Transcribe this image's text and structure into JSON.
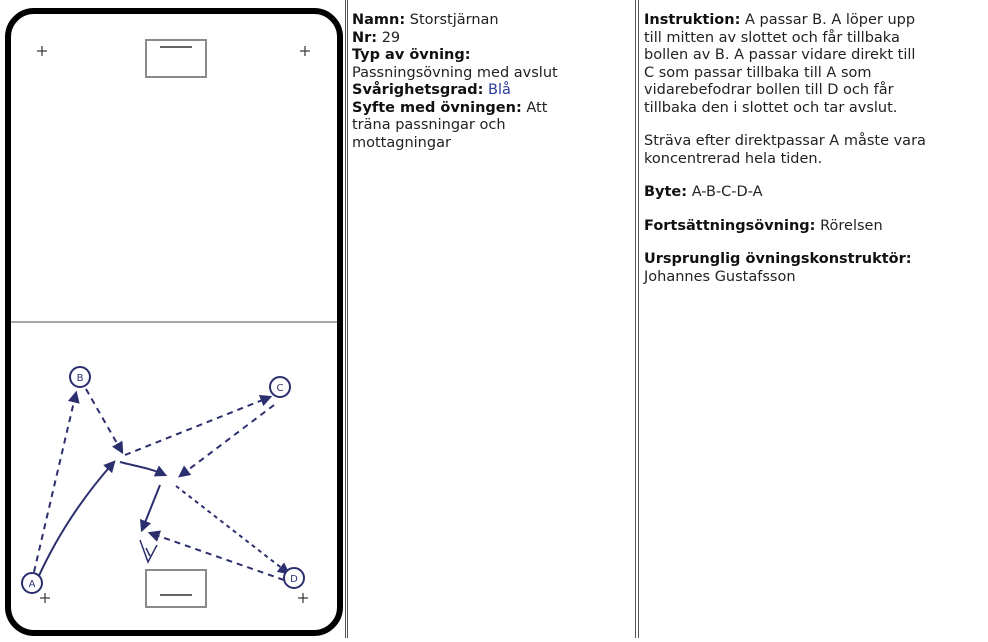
{
  "drill": {
    "name_label": "Namn:",
    "name": "Storstjärnan",
    "nr_label": "Nr:",
    "nr": "29",
    "type_label": "Typ av övning:",
    "type": "Passningsövning med avslut",
    "difficulty_label": "Svårighetsgrad:",
    "difficulty": "Blå",
    "purpose_label": "Syfte med övningen:",
    "purpose": "Att träna passningar och mottagningar"
  },
  "instructions": {
    "label": "Instruktion:",
    "lines": [
      "A passar B. A löper upp",
      "till mitten av slottet och får tillbaka",
      "bollen av B. A passar vidare direkt till",
      "C som passar tillbaka till A som",
      "vidarebefodrar bollen till D och får",
      "tillbaka den i slottet och tar avslut."
    ],
    "tip_lines": [
      "Sträva efter direktpassar A måste vara",
      "koncentrerad hela tiden."
    ],
    "swap_label": "Byte:",
    "swap": "A-B-C-D-A",
    "followup_label": "Fortsättningsövning:",
    "followup": "Rörelsen",
    "creator_label": "Ursprunglig övningskonstruktör:",
    "creator": "Johannes Gustafsson"
  },
  "rink": {
    "players": [
      {
        "id": "A"
      },
      {
        "id": "B"
      },
      {
        "id": "C"
      },
      {
        "id": "D"
      }
    ],
    "colors": {
      "border": "#000000",
      "arrow": "#2c2f6e",
      "goal": "#8a8a8a"
    }
  }
}
